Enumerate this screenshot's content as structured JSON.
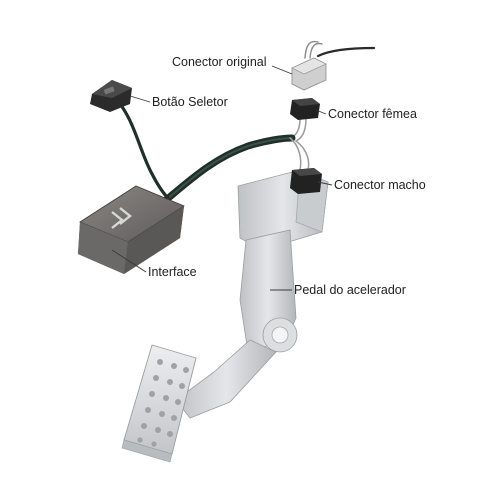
{
  "labels": {
    "conector_original": "Conector original",
    "botao_seletor": "Botão Seletor",
    "conector_femea": "Conector fêmea",
    "conector_macho": "Conector macho",
    "interface": "Interface",
    "pedal": "Pedal do acelerador"
  },
  "colors": {
    "cable": "#1f2f2a",
    "module": "#6e6c6a",
    "pedal_metal": "#d6d8da",
    "connector_dark": "#222222",
    "connector_light": "#c9c9c9"
  }
}
